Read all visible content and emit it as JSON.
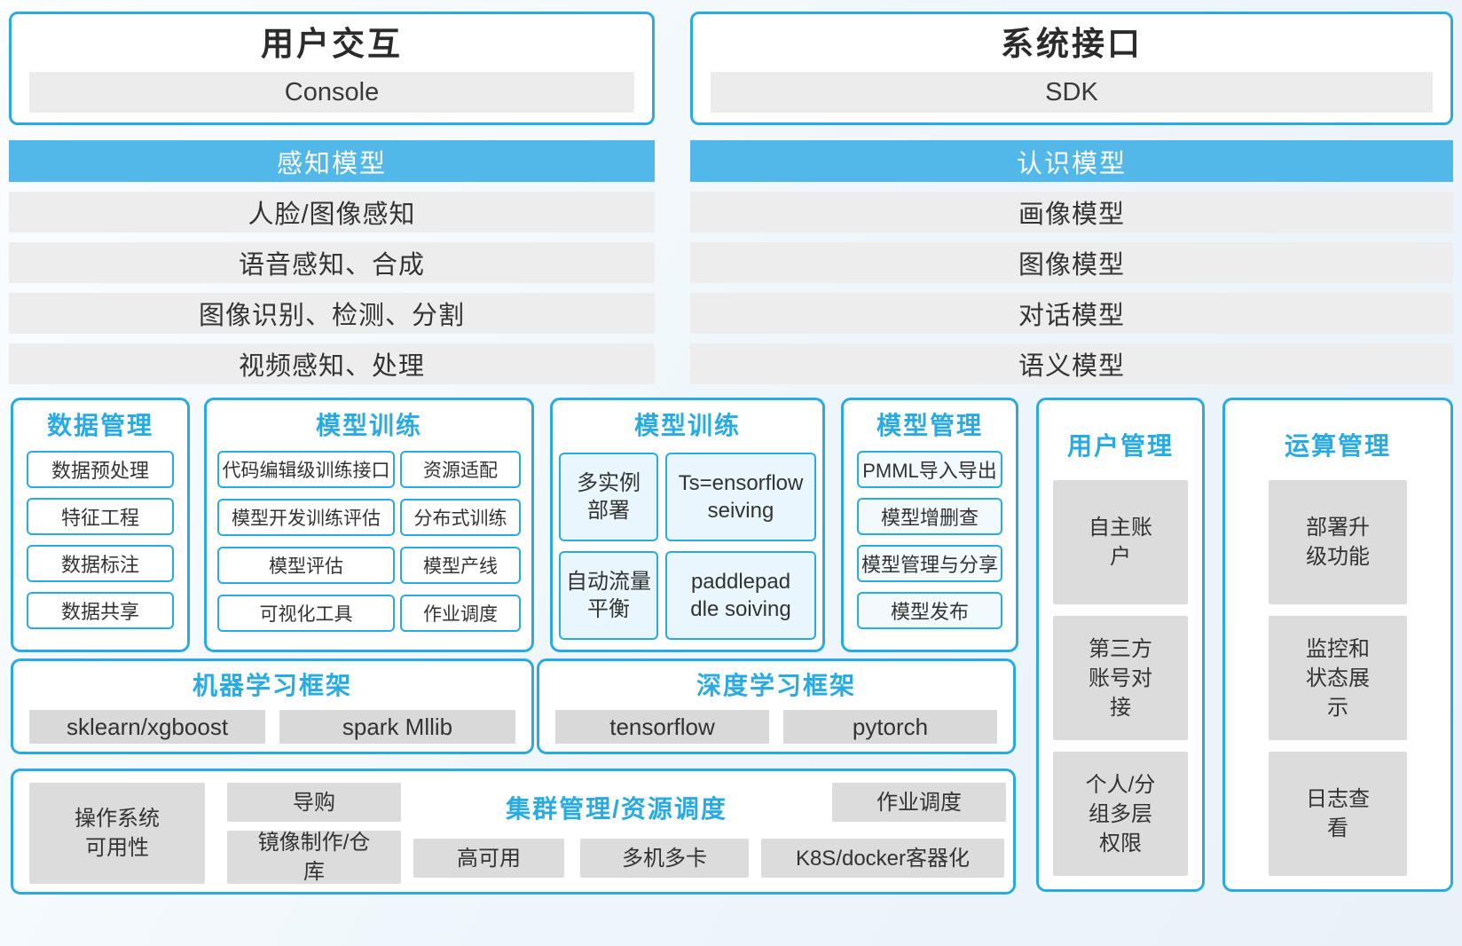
{
  "colors": {
    "accent_border": "#29abe2",
    "header_fill": "#52b8e9",
    "header_text": "#ffffff",
    "light_row_fill": "#ececec",
    "gray_item_fill": "#d9d9d9",
    "panel_title_text": "#29abe2",
    "body_text": "#333333"
  },
  "top": {
    "user_interaction": {
      "title": "用户交互",
      "item": "Console"
    },
    "system_interface": {
      "title": "系统接口",
      "item": "SDK"
    }
  },
  "models": {
    "perception": {
      "header": "感知模型",
      "rows": [
        "人脸/图像感知",
        "语音感知、合成",
        "图像识别、检测、分割",
        "视频感知、处理"
      ]
    },
    "cognition": {
      "header": "认识模型",
      "rows": [
        "画像模型",
        "图像模型",
        "对话模型",
        "语义模型"
      ]
    }
  },
  "panels": {
    "data_mgmt": {
      "title": "数据管理",
      "items": [
        "数据预处理",
        "特征工程",
        "数据标注",
        "数据共享"
      ]
    },
    "training_a": {
      "title": "模型训练",
      "items": [
        "代码编辑级训练接口",
        "资源适配",
        "模型开发训练评估",
        "分布式训练",
        "模型评估",
        "模型产线",
        "可视化工具",
        "作业调度"
      ]
    },
    "training_b": {
      "title": "模型训练",
      "items": [
        "多实例\n部署",
        "Ts=ensorflow\nseiving",
        "自动流量\n平衡",
        "paddlepad\ndle soiving"
      ]
    },
    "model_mgmt": {
      "title": "模型管理",
      "items": [
        "PMML导入导出",
        "模型增删查",
        "模型管理与分享",
        "模型发布"
      ]
    },
    "user_mgmt": {
      "title": "用户管理",
      "items": [
        "自主账\n户",
        "第三方\n账号对\n接",
        "个人/分\n组多层\n权限"
      ]
    },
    "compute_mgmt": {
      "title": "运算管理",
      "items": [
        "部署升\n级功能",
        "监控和\n状态展\n示",
        "日志查\n看"
      ]
    }
  },
  "frameworks": {
    "ml": {
      "title": "机器学习框架",
      "items": [
        "sklearn/xgboost",
        "spark Mllib"
      ]
    },
    "dl": {
      "title": "深度学习框架",
      "items": [
        "tensorflow",
        "pytorch"
      ]
    }
  },
  "cluster": {
    "title": "集群管理/资源调度",
    "os_availability": "操作系统\n可用性",
    "guide": "导购",
    "job_scheduling": "作业调度",
    "image_build": "镜像制作/仓\n库",
    "high_availability": "高可用",
    "multi_machine": "多机多卡",
    "k8s_docker": "K8S/docker客器化"
  }
}
